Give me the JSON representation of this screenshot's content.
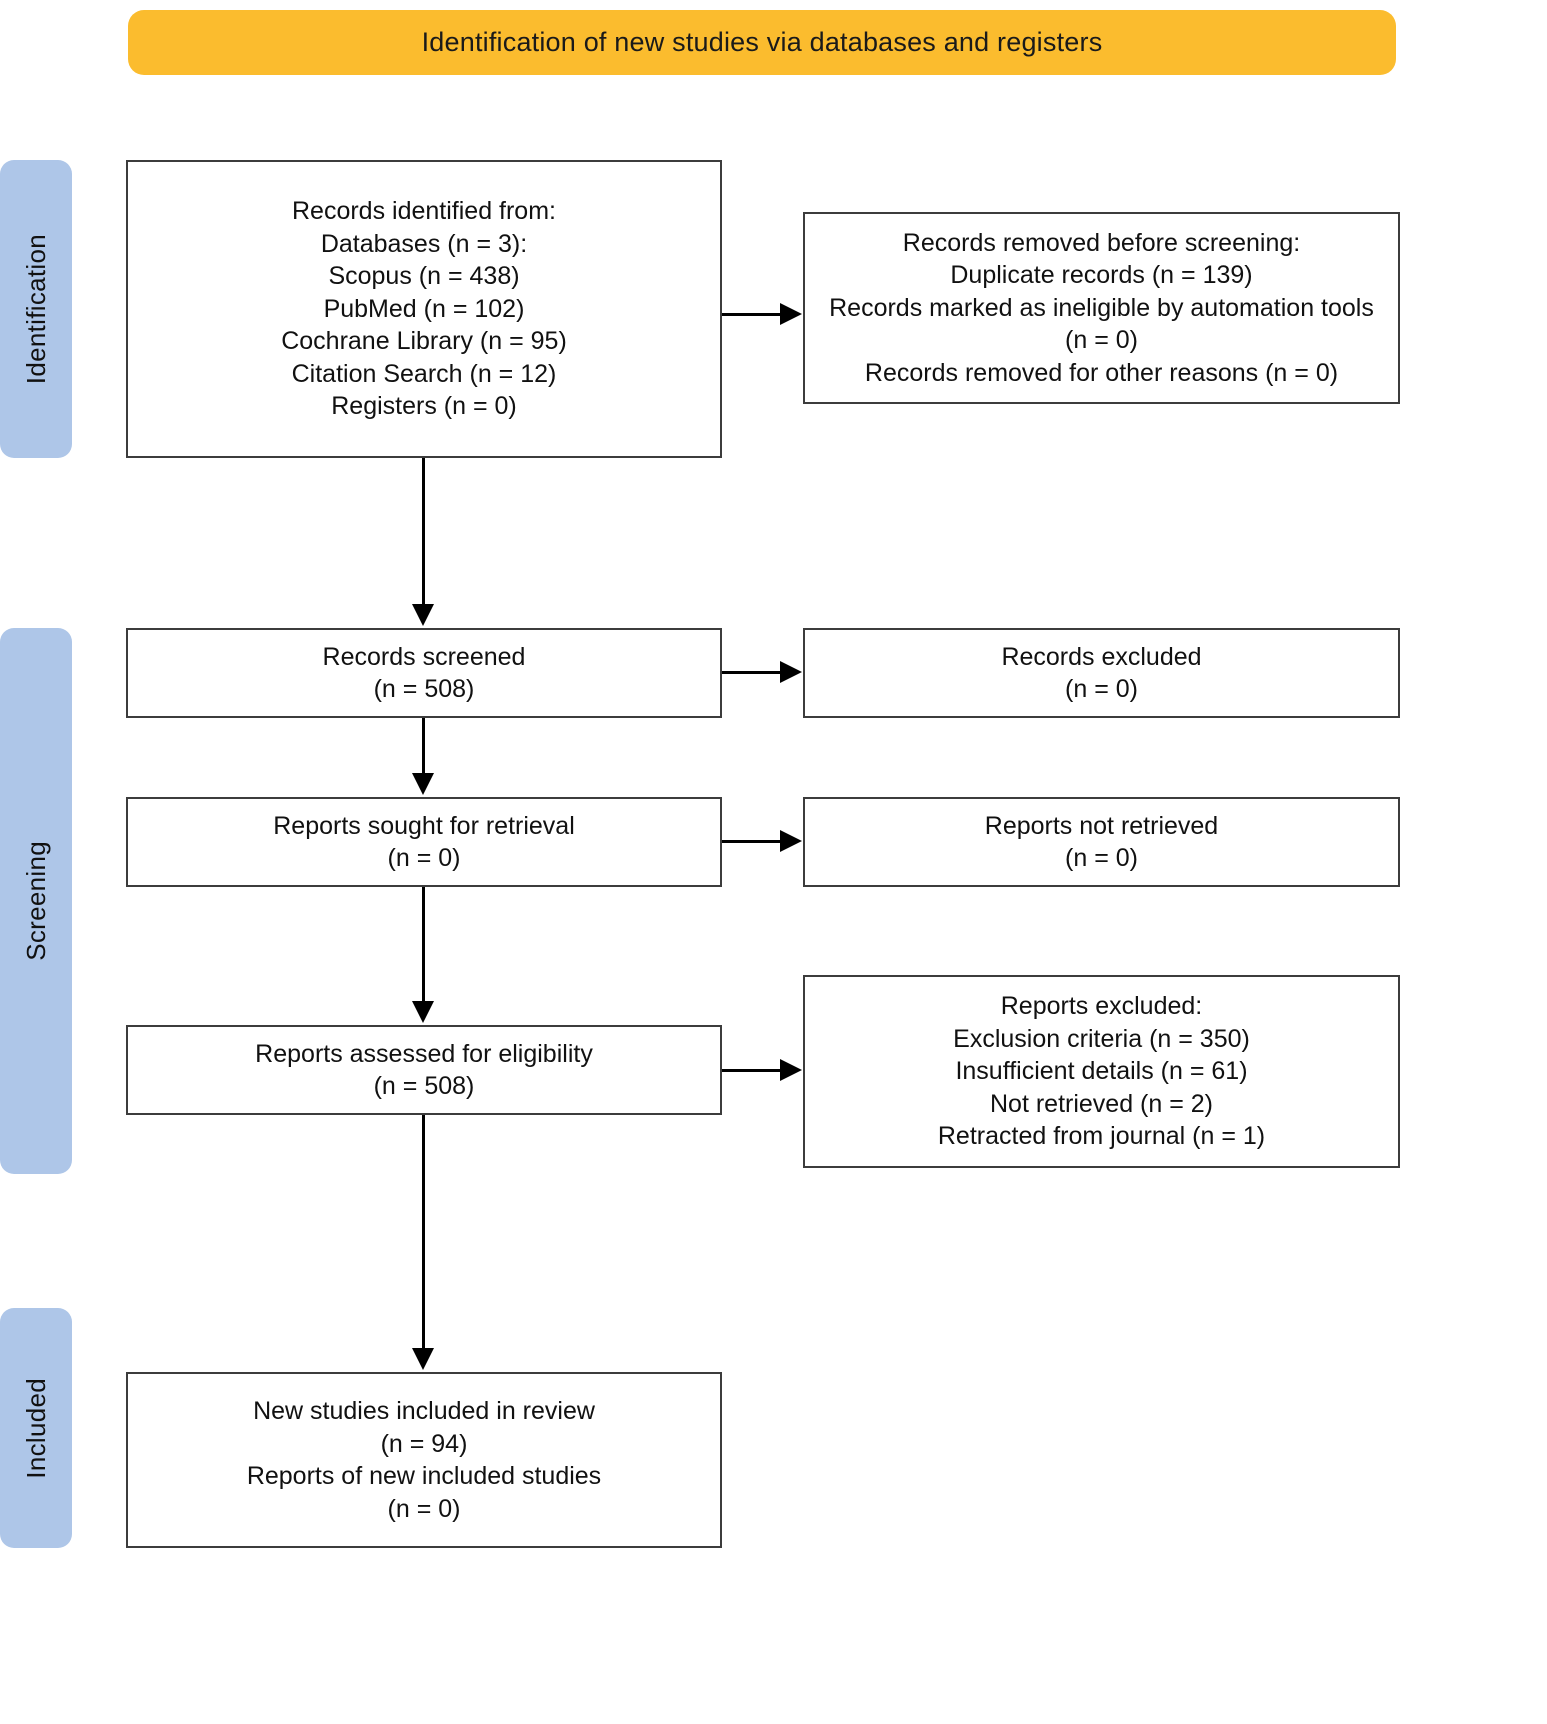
{
  "title": {
    "text": "Identification of new studies via databases and registers",
    "background_color": "#fbbc2e"
  },
  "phases": {
    "identification": "Identification",
    "screening": "Screening",
    "included": "Included",
    "background_color": "#aec6e8"
  },
  "boxes": {
    "identified": {
      "name": "Records identified from",
      "lines": [
        "Records identified from:",
        "Databases (n = 3):",
        "Scopus (n = 438)",
        "PubMed (n = 102)",
        "Cochrane Library (n = 95)",
        "Citation Search (n = 12)",
        "Registers  (n = 0)"
      ]
    },
    "removed": {
      "name": "Records removed before screening",
      "lines": [
        "Records removed before screening:",
        "Duplicate records (n = 139)",
        "Records marked as ineligible by automation tools (n = 0)",
        "Records removed for other reasons (n = 0)"
      ]
    },
    "screened": {
      "name": "Records screened",
      "lines": [
        "Records screened",
        "(n = 508)"
      ]
    },
    "excluded": {
      "name": "Records excluded",
      "lines": [
        "Records excluded",
        "(n = 0)"
      ]
    },
    "sought": {
      "name": "Reports sought for retrieval",
      "lines": [
        "Reports sought for retrieval",
        "(n = 0)"
      ]
    },
    "not_retrieved": {
      "name": "Reports not retrieved",
      "lines": [
        "Reports not retrieved",
        "(n = 0)"
      ]
    },
    "assessed": {
      "name": "Reports assessed for eligibility",
      "lines": [
        "Reports assessed for eligibility",
        "(n = 508)"
      ]
    },
    "reports_excluded": {
      "name": "Reports excluded",
      "lines": [
        "Reports excluded:",
        "Exclusion criteria (n = 350)",
        "Insufficient details (n = 61)",
        "Not retrieved (n = 2)",
        "Retracted from journal (n = 1)"
      ]
    },
    "included": {
      "name": "New studies included in review",
      "lines": [
        "New studies included in review",
        "(n = 94)",
        "Reports of new included studies",
        "(n = 0)"
      ]
    }
  },
  "chart_data": {
    "type": "diagram",
    "title": "Identification of new studies via databases and registers",
    "nodes": [
      {
        "id": "identified",
        "stage": "Identification",
        "label": "Records identified from",
        "values": {
          "databases": 3,
          "Scopus": 438,
          "PubMed": 102,
          "Cochrane Library": 95,
          "Citation Search": 12,
          "Registers": 0
        }
      },
      {
        "id": "removed",
        "stage": "Identification",
        "label": "Records removed before screening",
        "values": {
          "Duplicate records": 139,
          "Records marked as ineligible by automation tools": 0,
          "Records removed for other reasons": 0
        }
      },
      {
        "id": "screened",
        "stage": "Screening",
        "label": "Records screened",
        "values": {
          "n": 508
        }
      },
      {
        "id": "excluded",
        "stage": "Screening",
        "label": "Records excluded",
        "values": {
          "n": 0
        }
      },
      {
        "id": "sought",
        "stage": "Screening",
        "label": "Reports sought for retrieval",
        "values": {
          "n": 0
        }
      },
      {
        "id": "not_retrieved",
        "stage": "Screening",
        "label": "Reports not retrieved",
        "values": {
          "n": 0
        }
      },
      {
        "id": "assessed",
        "stage": "Screening",
        "label": "Reports assessed for eligibility",
        "values": {
          "n": 508
        }
      },
      {
        "id": "reports_excluded",
        "stage": "Screening",
        "label": "Reports excluded",
        "values": {
          "Exclusion criteria": 350,
          "Insufficient details": 61,
          "Not retrieved": 2,
          "Retracted from journal": 1
        }
      },
      {
        "id": "included",
        "stage": "Included",
        "label": "New studies included in review",
        "values": {
          "New studies included in review": 94,
          "Reports of new included studies": 0
        }
      }
    ],
    "edges": [
      {
        "from": "identified",
        "to": "removed",
        "direction": "right"
      },
      {
        "from": "identified",
        "to": "screened",
        "direction": "down"
      },
      {
        "from": "screened",
        "to": "excluded",
        "direction": "right"
      },
      {
        "from": "screened",
        "to": "sought",
        "direction": "down"
      },
      {
        "from": "sought",
        "to": "not_retrieved",
        "direction": "right"
      },
      {
        "from": "sought",
        "to": "assessed",
        "direction": "down"
      },
      {
        "from": "assessed",
        "to": "reports_excluded",
        "direction": "right"
      },
      {
        "from": "assessed",
        "to": "included",
        "direction": "down"
      }
    ]
  }
}
